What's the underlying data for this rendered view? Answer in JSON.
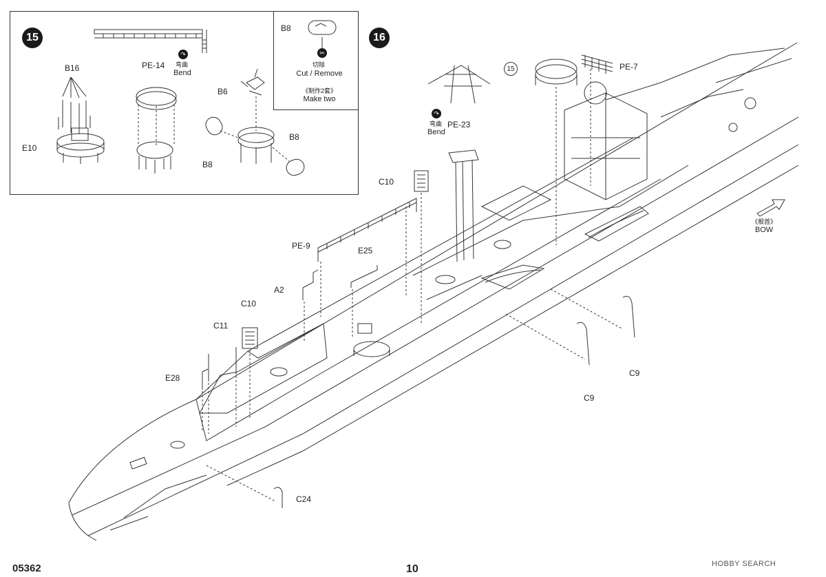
{
  "steps": {
    "step15": "15",
    "step16": "16",
    "ref15": "15"
  },
  "parts": {
    "b16": "B16",
    "pe14": "PE-14",
    "e10": "E10",
    "b6": "B6",
    "b8_left": "B8",
    "b8_right": "B8",
    "b8_inset": "B8",
    "pe23": "PE-23",
    "pe7": "PE-7",
    "c10_upper": "C10",
    "c10_lower": "C10",
    "pe9": "PE-9",
    "e25": "E25",
    "a2": "A2",
    "c11": "C11",
    "e28": "E28",
    "c9_upper": "C9",
    "c9_lower": "C9",
    "c24": "C24"
  },
  "notes": {
    "bend_cn_1": "弯曲",
    "bend_en_1": "Bend",
    "bend_cn_2": "弯曲",
    "bend_en_2": "Bend",
    "cut_cn": "切除",
    "cut_en": "Cut / Remove",
    "make_two_cn": "《制作2套》",
    "make_two_en": "Make two",
    "bow_cn": "《舰首》",
    "bow_en": "BOW"
  },
  "footer": {
    "product_code": "05362",
    "page_number": "10",
    "watermark": "HOBBY SEARCH"
  },
  "colors": {
    "line": "#333333",
    "badge": "#1a1a1a"
  }
}
